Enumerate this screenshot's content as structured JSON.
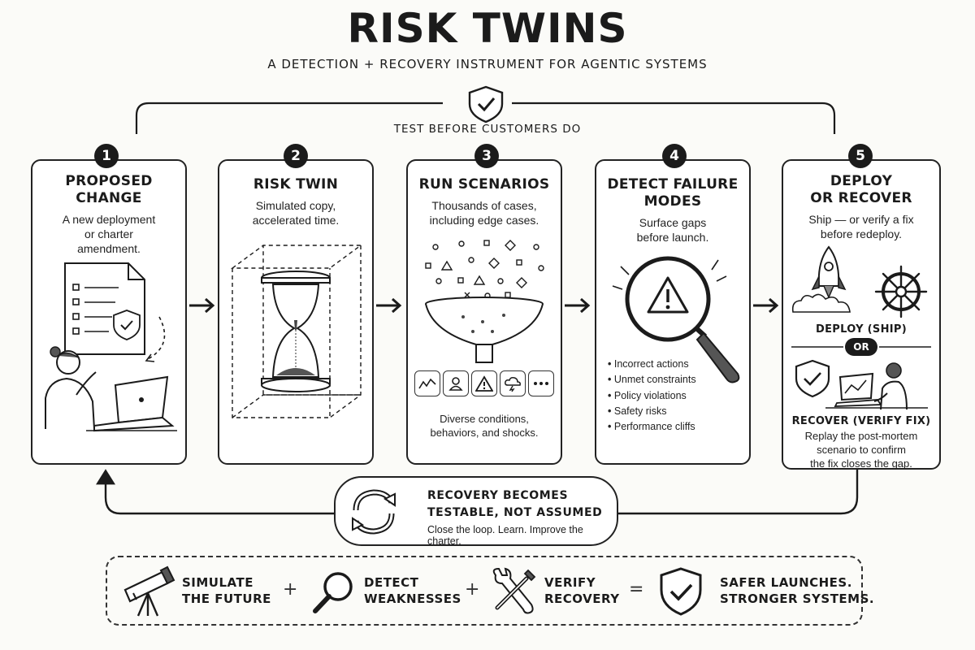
{
  "header": {
    "title": "RISK TWINS",
    "subtitle": "A DETECTION + RECOVERY INSTRUMENT FOR AGENTIC SYSTEMS",
    "banner": "TEST BEFORE CUSTOMERS DO"
  },
  "steps": [
    {
      "number": "1",
      "title_lines": [
        "PROPOSED",
        "CHANGE"
      ],
      "text_lines": [
        "A new deployment",
        "or charter",
        "amendment."
      ]
    },
    {
      "number": "2",
      "title_lines": [
        "RISK TWIN"
      ],
      "text_lines": [
        "Simulated copy,",
        "accelerated time."
      ]
    },
    {
      "number": "3",
      "title_lines": [
        "RUN SCENARIOS"
      ],
      "text_lines": [
        "Thousands of cases,",
        "including edge cases."
      ],
      "caption_lines": [
        "Diverse conditions,",
        "behaviors, and shocks."
      ]
    },
    {
      "number": "4",
      "title_lines": [
        "DETECT FAILURE",
        "MODES"
      ],
      "text_lines": [
        "Surface gaps",
        "before launch."
      ],
      "bullets": [
        "Incorrect actions",
        "Unmet constraints",
        "Policy violations",
        "Safety risks",
        "Performance cliffs"
      ]
    },
    {
      "number": "5",
      "title_lines": [
        "DEPLOY",
        "OR RECOVER"
      ],
      "text_lines": [
        "Ship — or verify a fix",
        "before redeploy."
      ],
      "deploy_label": "DEPLOY (SHIP)",
      "or_label": "OR",
      "recover_label": "RECOVER (VERIFY FIX)",
      "recover_lines": [
        "Replay the post-mortem",
        "scenario to confirm",
        "the fix closes the gap."
      ]
    }
  ],
  "recovery": {
    "title_lines": [
      "RECOVERY BECOMES",
      "TESTABLE, NOT ASSUMED"
    ],
    "text": "Close the loop. Learn. Improve the charter."
  },
  "summary": {
    "items": [
      {
        "lines": [
          "SIMULATE",
          "THE FUTURE"
        ],
        "icon": "telescope-icon"
      },
      {
        "lines": [
          "DETECT",
          "WEAKNESSES"
        ],
        "icon": "magnifier-icon"
      },
      {
        "lines": [
          "VERIFY",
          "RECOVERY"
        ],
        "icon": "tools-icon"
      }
    ],
    "plus": "+",
    "equals": "=",
    "result_lines": [
      "SAFER LAUNCHES.",
      "STRONGER SYSTEMS."
    ],
    "result_icon": "shield-check-icon"
  },
  "colors": {
    "ink": "#1b1b1b",
    "paper": "#fbfbf8",
    "card": "#ffffff"
  }
}
